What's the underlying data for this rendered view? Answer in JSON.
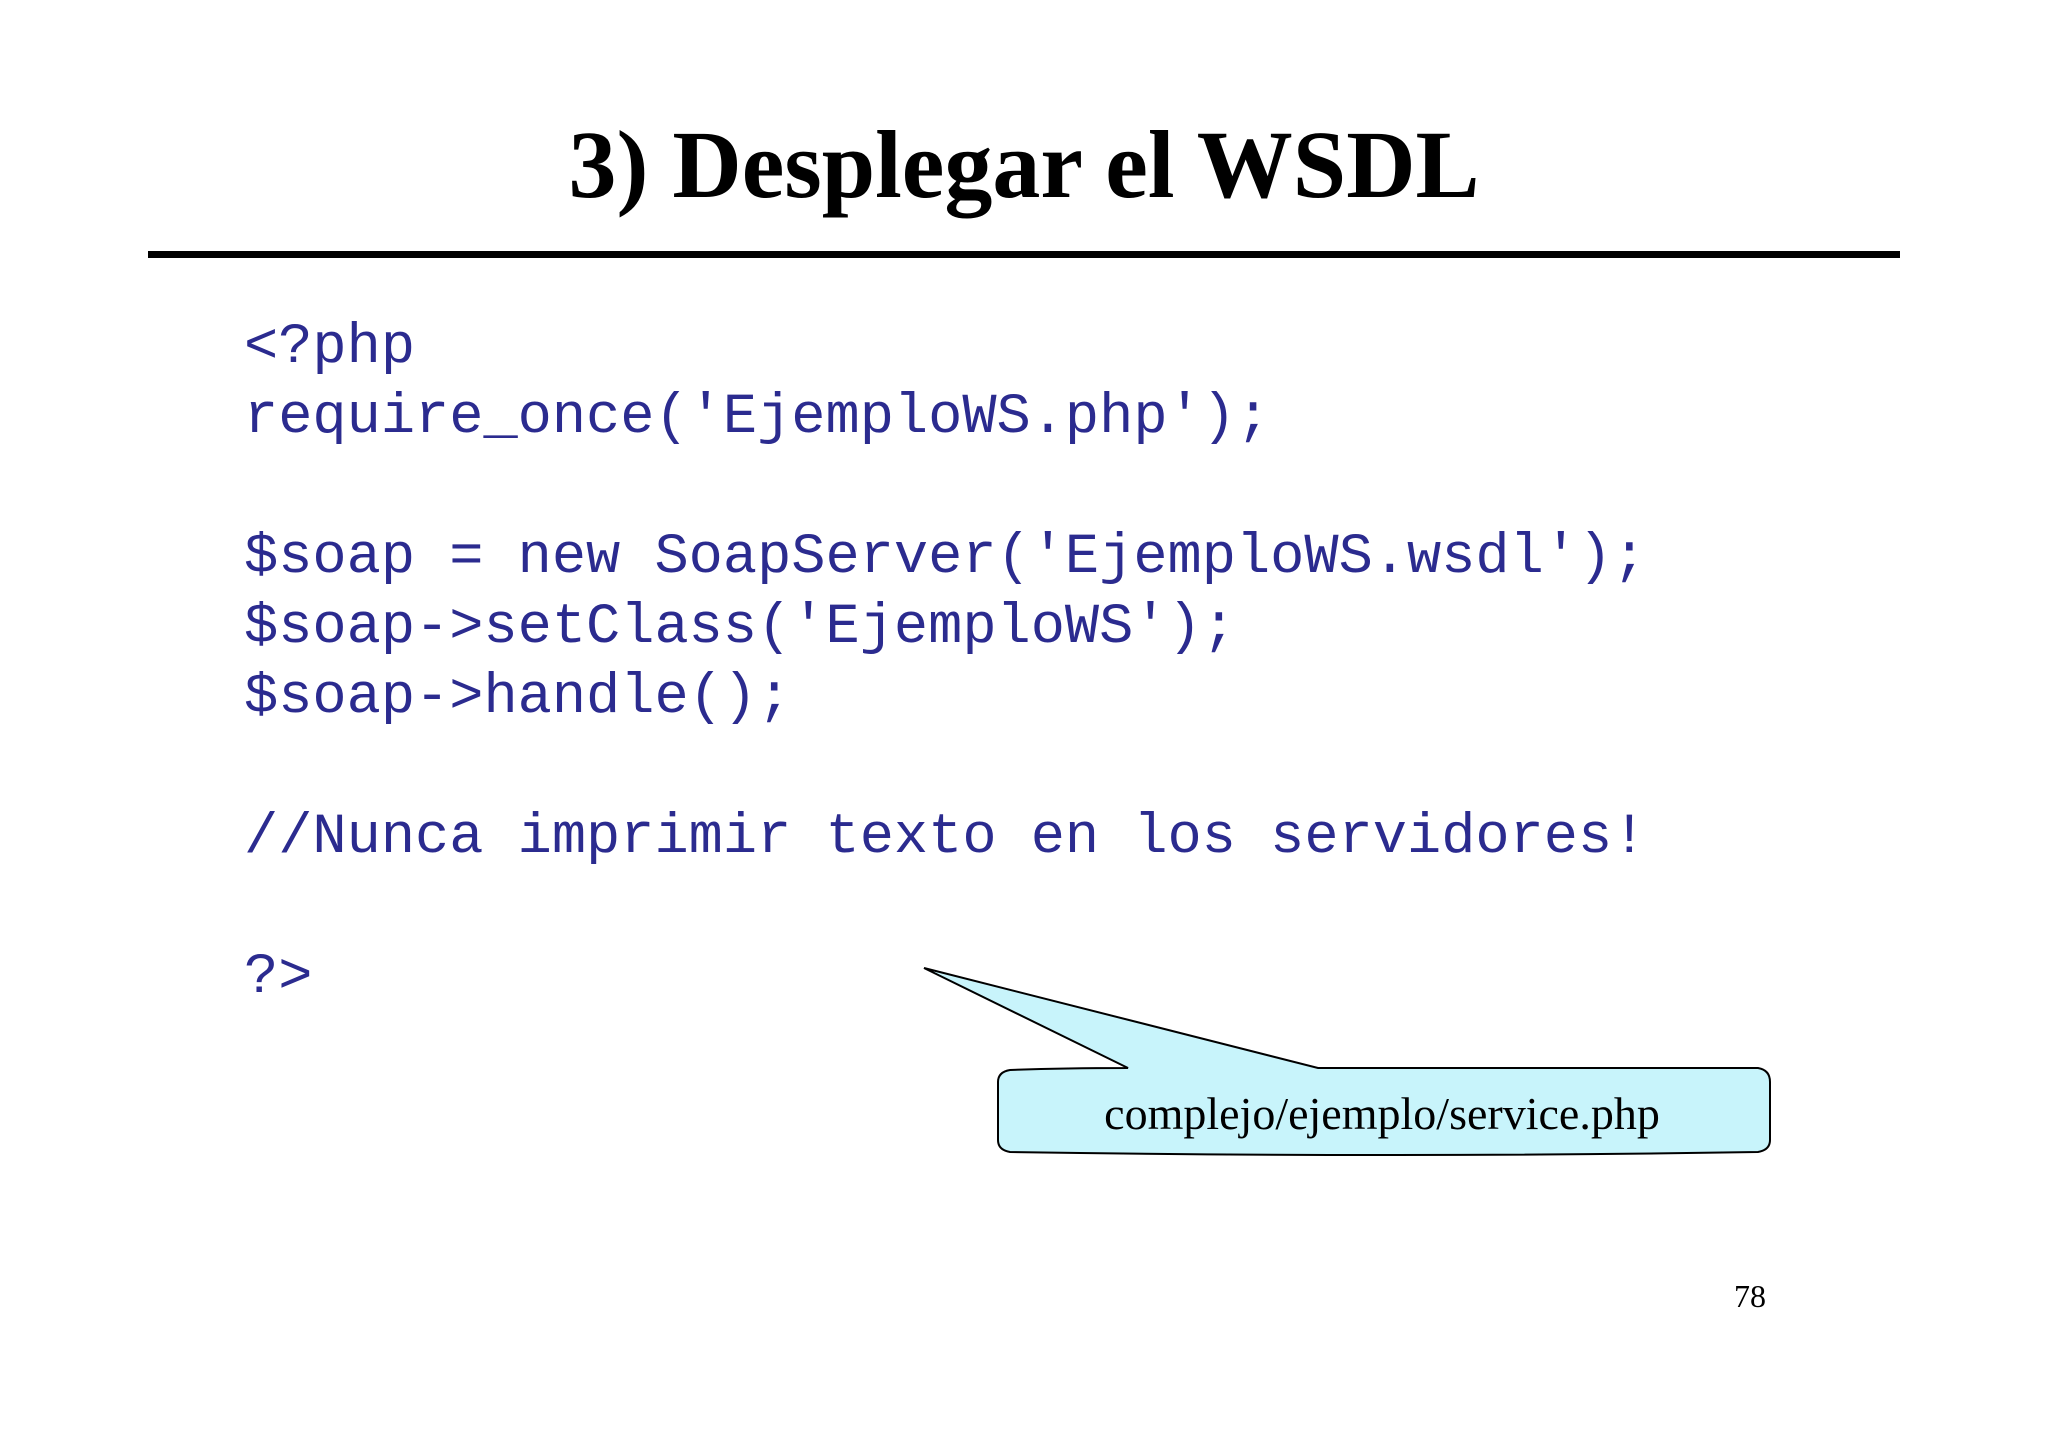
{
  "slide": {
    "title": "3) Desplegar el WSDL",
    "code_lines": [
      "<?php",
      "require_once('EjemploWS.php');",
      "",
      "$soap = new SoapServer('EjemploWS.wsdl');",
      "$soap->setClass('EjemploWS');",
      "$soap->handle();",
      "",
      "//Nunca imprimir texto en los servidores!",
      "",
      "?>"
    ],
    "callout_text": "complejo/ejemplo/service.php",
    "page_number": "78"
  },
  "colors": {
    "code_text": "#2b2b8f",
    "callout_fill": "#c8f4fb",
    "title_text": "#000000"
  }
}
